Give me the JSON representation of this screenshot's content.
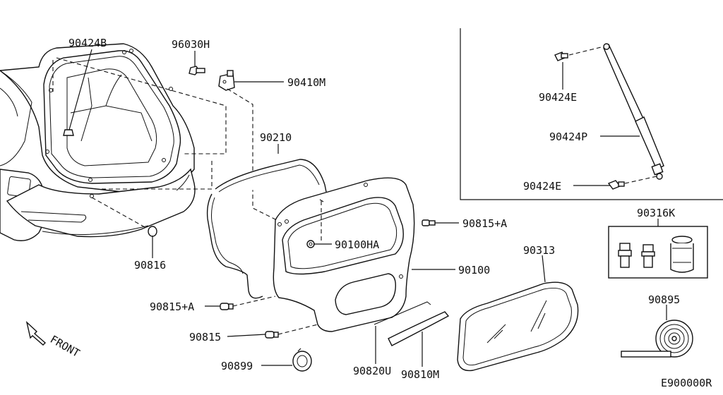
{
  "labels": {
    "p90424B": "90424B",
    "p96030H": "96030H",
    "p90410M": "90410M",
    "p90210": "90210",
    "p90424E_top": "90424E",
    "p90424P": "90424P",
    "p90424E_bottom": "90424E",
    "p90815A_right": "90815+A",
    "p90100HA": "90100HA",
    "p90100": "90100",
    "p90313": "90313",
    "p90316K": "90316K",
    "p90816": "90816",
    "p90815A_left": "90815+A",
    "p90815": "90815",
    "p90899": "90899",
    "p90820U": "90820U",
    "p90810M": "90810M",
    "p90895": "90895",
    "front": "FRONT",
    "code": "E900000R"
  }
}
